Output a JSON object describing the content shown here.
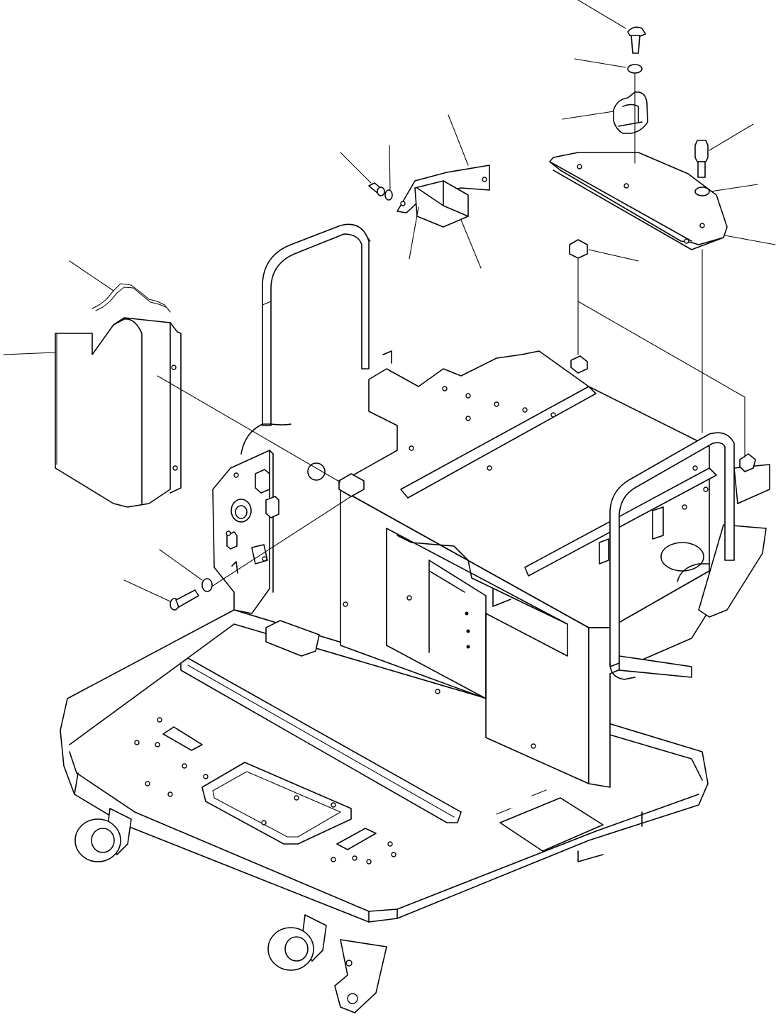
{
  "diagram": {
    "callouts": [
      {
        "id": "bolt-top"
      },
      {
        "id": "washer-top"
      },
      {
        "id": "hose-clip"
      },
      {
        "id": "cap-screw"
      },
      {
        "id": "washer-right"
      },
      {
        "id": "bracket-plate"
      },
      {
        "id": "nut"
      },
      {
        "id": "box-guard"
      },
      {
        "id": "box-cover"
      },
      {
        "id": "small-bolt"
      },
      {
        "id": "small-washer"
      },
      {
        "id": "box-plate"
      },
      {
        "id": "spring-clip"
      },
      {
        "id": "side-cover"
      },
      {
        "id": "washer-left"
      },
      {
        "id": "bolt-left"
      }
    ]
  }
}
